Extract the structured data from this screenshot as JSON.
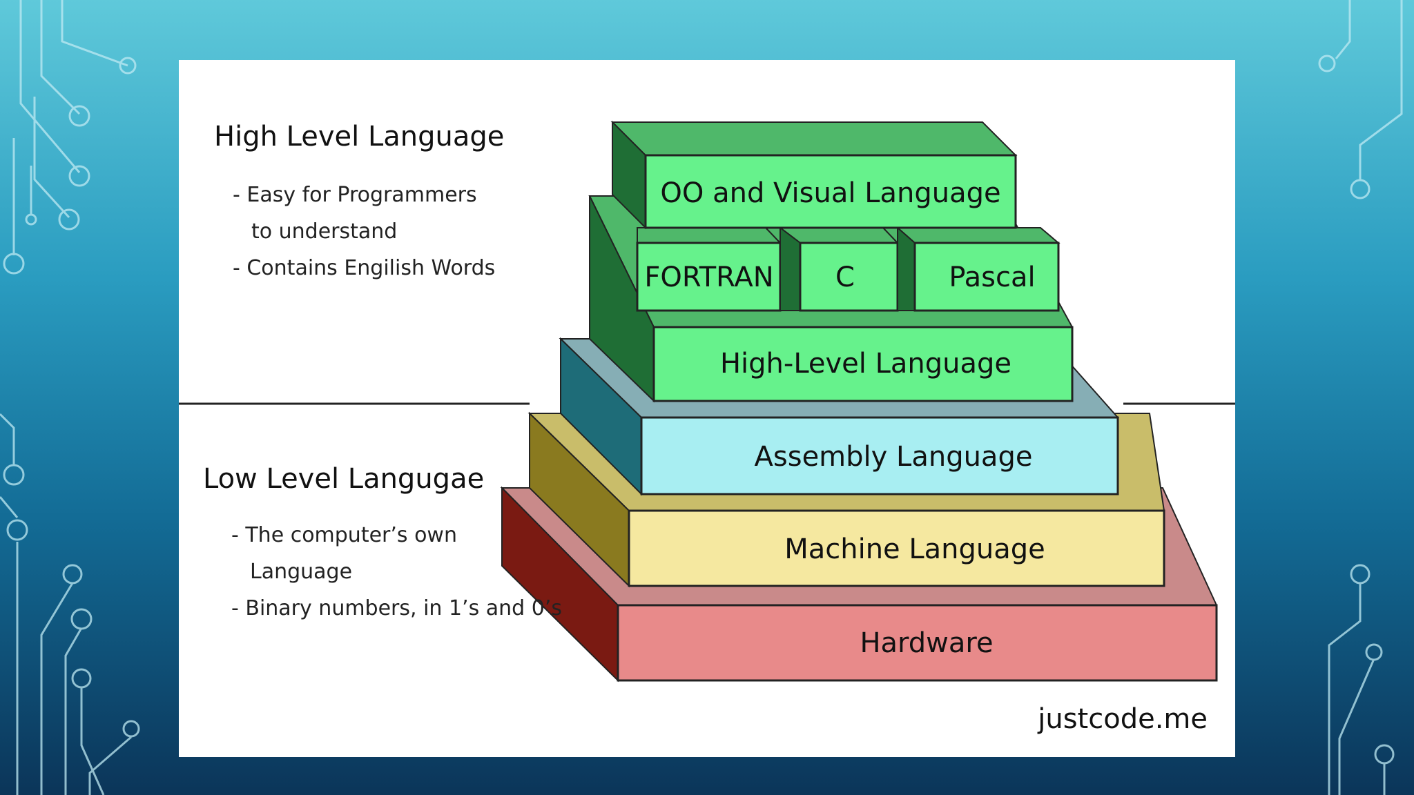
{
  "colors": {
    "hardware": "#e88a8a",
    "machine": "#f5e8a0",
    "assembly": "#a8eef2",
    "high_level": "#66f28c",
    "background_top": "#5fc9da",
    "background_bottom": "#0b3559"
  },
  "left_panel": {
    "high": {
      "heading": "High Level Language",
      "bullets": [
        "- Easy for Programmers",
        "to understand",
        "- Contains Engilish Words"
      ]
    },
    "low": {
      "heading": "Low Level Langugae",
      "bullets": [
        "- The computer’s own",
        "Language",
        "- Binary numbers, in 1’s and 0’s"
      ]
    }
  },
  "layers": {
    "hardware": "Hardware",
    "machine": "Machine Language",
    "assembly": "Assembly Language",
    "high_level": "High-Level Language",
    "fortran": "FORTRAN",
    "c": "C",
    "pascal": "Pascal",
    "oo_visual": "OO and Visual Language"
  },
  "watermark": "justcode.me"
}
